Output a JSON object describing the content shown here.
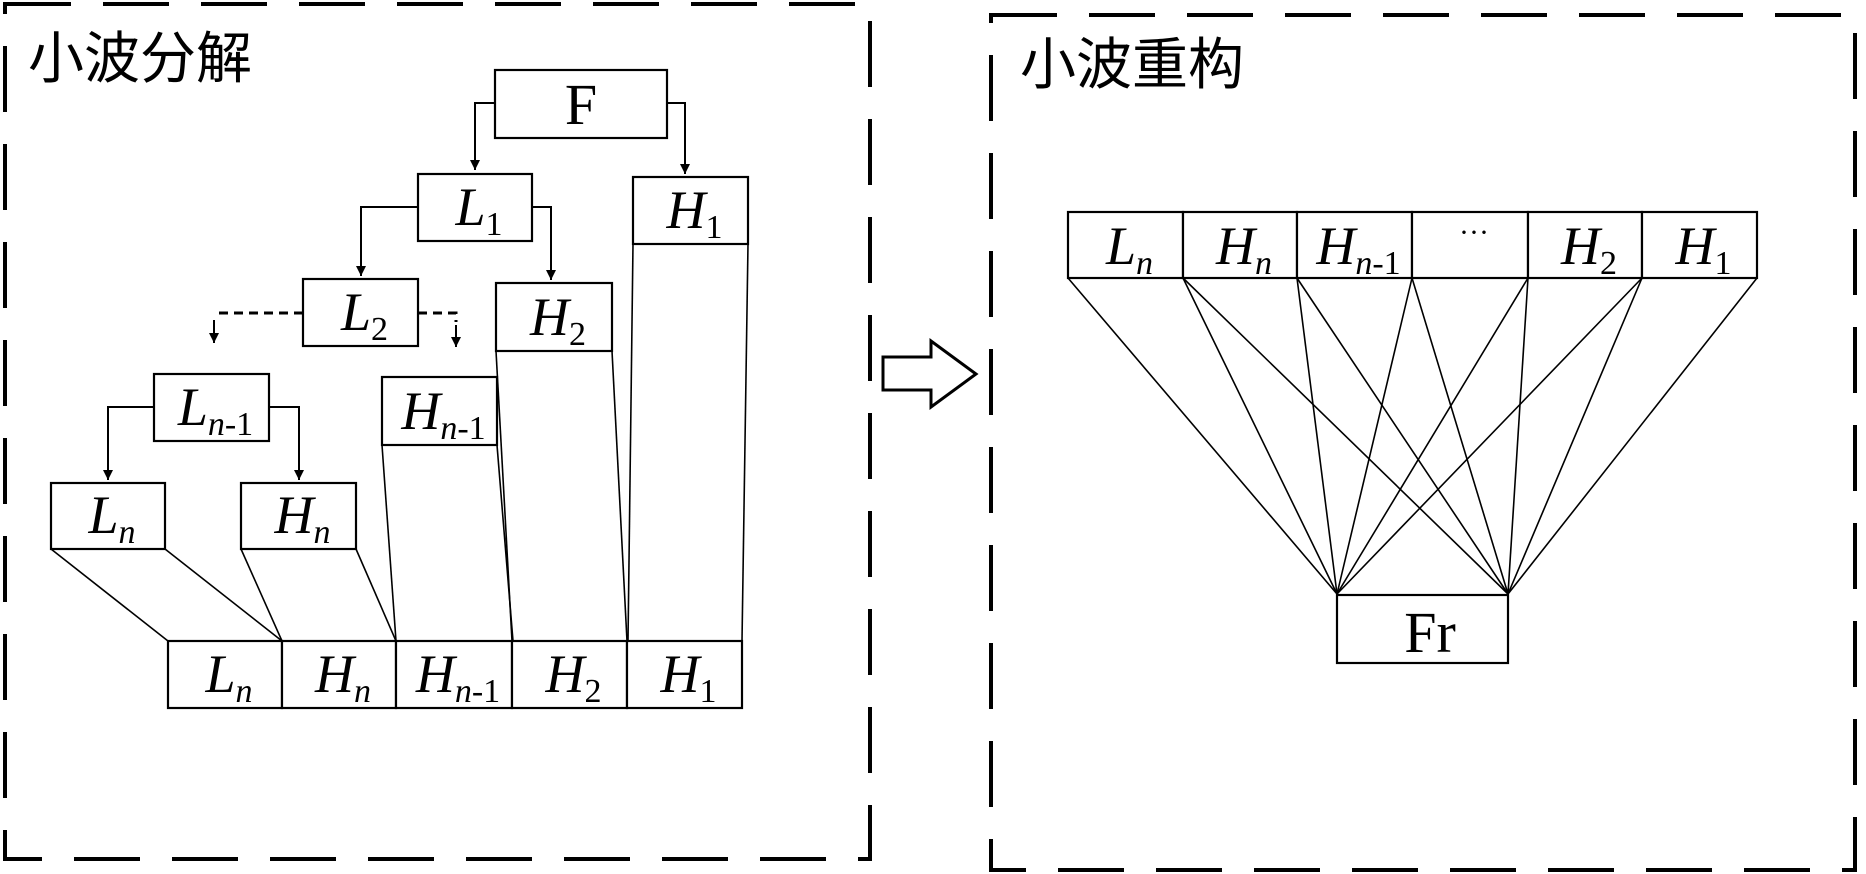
{
  "panels": {
    "decomposition": {
      "title": "小波分解",
      "root": "F",
      "tree_nodes": [
        {
          "id": "L1",
          "base": "L",
          "sub": "1"
        },
        {
          "id": "H1",
          "base": "H",
          "sub": "1"
        },
        {
          "id": "L2",
          "base": "L",
          "sub": "2"
        },
        {
          "id": "H2",
          "base": "H",
          "sub": "2"
        },
        {
          "id": "Ln-1",
          "base": "L",
          "sub": "n-1"
        },
        {
          "id": "Hn-1",
          "base": "H",
          "sub": "n-1"
        },
        {
          "id": "Ln",
          "base": "L",
          "sub": "n"
        },
        {
          "id": "Hn",
          "base": "H",
          "sub": "n"
        }
      ],
      "output_row": [
        {
          "base": "L",
          "sub": "n"
        },
        {
          "base": "H",
          "sub": "n"
        },
        {
          "base": "H",
          "sub": "n-1"
        },
        {
          "base": "H",
          "sub": "2"
        },
        {
          "base": "H",
          "sub": "1"
        }
      ]
    },
    "reconstruction": {
      "title": "小波重构",
      "input_row": [
        {
          "base": "L",
          "sub": "n"
        },
        {
          "base": "H",
          "sub": "n"
        },
        {
          "base": "H",
          "sub": "n-1"
        },
        {
          "base": "···",
          "sub": ""
        },
        {
          "base": "H",
          "sub": "2"
        },
        {
          "base": "H",
          "sub": "1"
        }
      ],
      "output": "Fr"
    }
  },
  "transition_arrow": "hollow-right-arrow"
}
